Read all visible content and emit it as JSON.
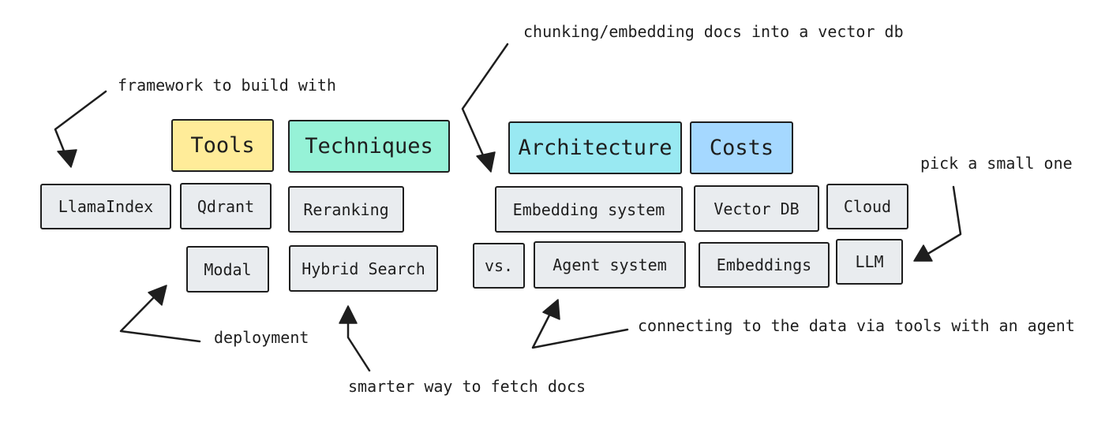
{
  "headers": {
    "tools": "Tools",
    "techniques": "Techniques",
    "architecture": "Architecture",
    "costs": "Costs"
  },
  "header_colors": {
    "tools": "#ffec99",
    "techniques": "#96f2d7",
    "architecture": "#99e9f2",
    "costs": "#a5d8ff"
  },
  "item_fill": "#e9ecef",
  "items": {
    "llamaindex": "LlamaIndex",
    "qdrant": "Qdrant",
    "modal": "Modal",
    "reranking": "Reranking",
    "hybrid_search": "Hybrid Search",
    "embedding_system": "Embedding system",
    "vs": "vs.",
    "agent_system": "Agent system",
    "vector_db": "Vector DB",
    "cloud": "Cloud",
    "embeddings": "Embeddings",
    "llm": "LLM"
  },
  "notes": {
    "framework": "framework to build with",
    "chunking": "chunking/embedding docs into a vector db",
    "pick_small": "pick a small one",
    "deployment": "deployment",
    "smarter_fetch": "smarter way to fetch docs",
    "connecting": "connecting to the data via tools with an agent"
  }
}
